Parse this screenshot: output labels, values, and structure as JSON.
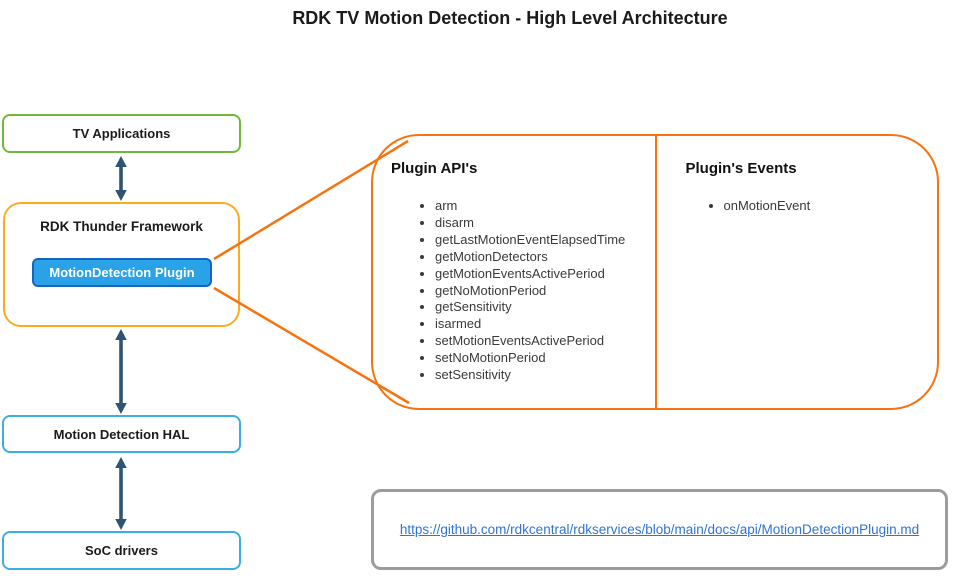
{
  "title": "RDK TV Motion Detection - High Level Architecture",
  "stack": {
    "tv_apps": {
      "label": "TV Applications"
    },
    "framework": {
      "label": "RDK Thunder Framework",
      "plugin_label": "MotionDetection Plugin"
    },
    "hal": {
      "label": "Motion Detection HAL"
    },
    "soc": {
      "label": "SoC drivers"
    }
  },
  "callout": {
    "api": {
      "heading": "Plugin API's",
      "items": [
        "arm",
        "disarm",
        "getLastMotionEventElapsedTime",
        "getMotionDetectors",
        "getMotionEventsActivePeriod",
        "getNoMotionPeriod",
        "getSensitivity",
        "isarmed",
        "setMotionEventsActivePeriod",
        "setNoMotionPeriod",
        "setSensitivity"
      ]
    },
    "events": {
      "heading": "Plugin's Events",
      "items": [
        "onMotionEvent"
      ]
    }
  },
  "reference": {
    "link_text": "https://github.com/rdkcentral/rdkservices/blob/main/docs/api/MotionDetectionPlugin.md"
  },
  "colors": {
    "tv_border": "#70b83c",
    "framework_border": "#ffa91f",
    "plugin_fill": "#29a2e8",
    "plugin_border": "#1465be",
    "hal_soc_border": "#3baee9",
    "callout_border": "#f6730f",
    "arrow": "#2f5471",
    "link": "#2e74d6",
    "reference_border": "#9c9c9c"
  }
}
